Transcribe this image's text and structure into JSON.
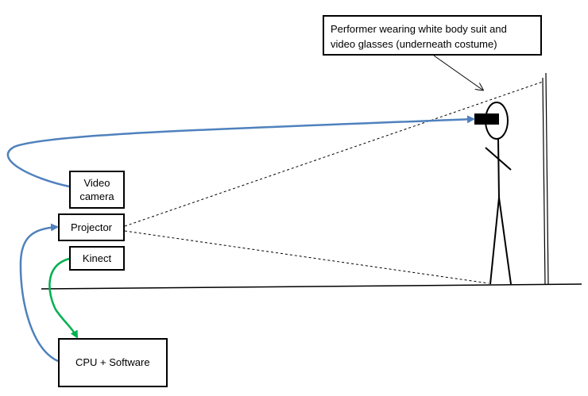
{
  "labels": {
    "performer": "Performer wearing white body suit and video glasses (underneath costume)",
    "video_camera_line1": "Video",
    "video_camera_line2": "camera",
    "projector": "Projector",
    "kinect": "Kinect",
    "cpu": "CPU + Software"
  },
  "colors": {
    "video_feed": "#4f81bd",
    "kinect_data": "#00b050",
    "outline": "#000000"
  }
}
